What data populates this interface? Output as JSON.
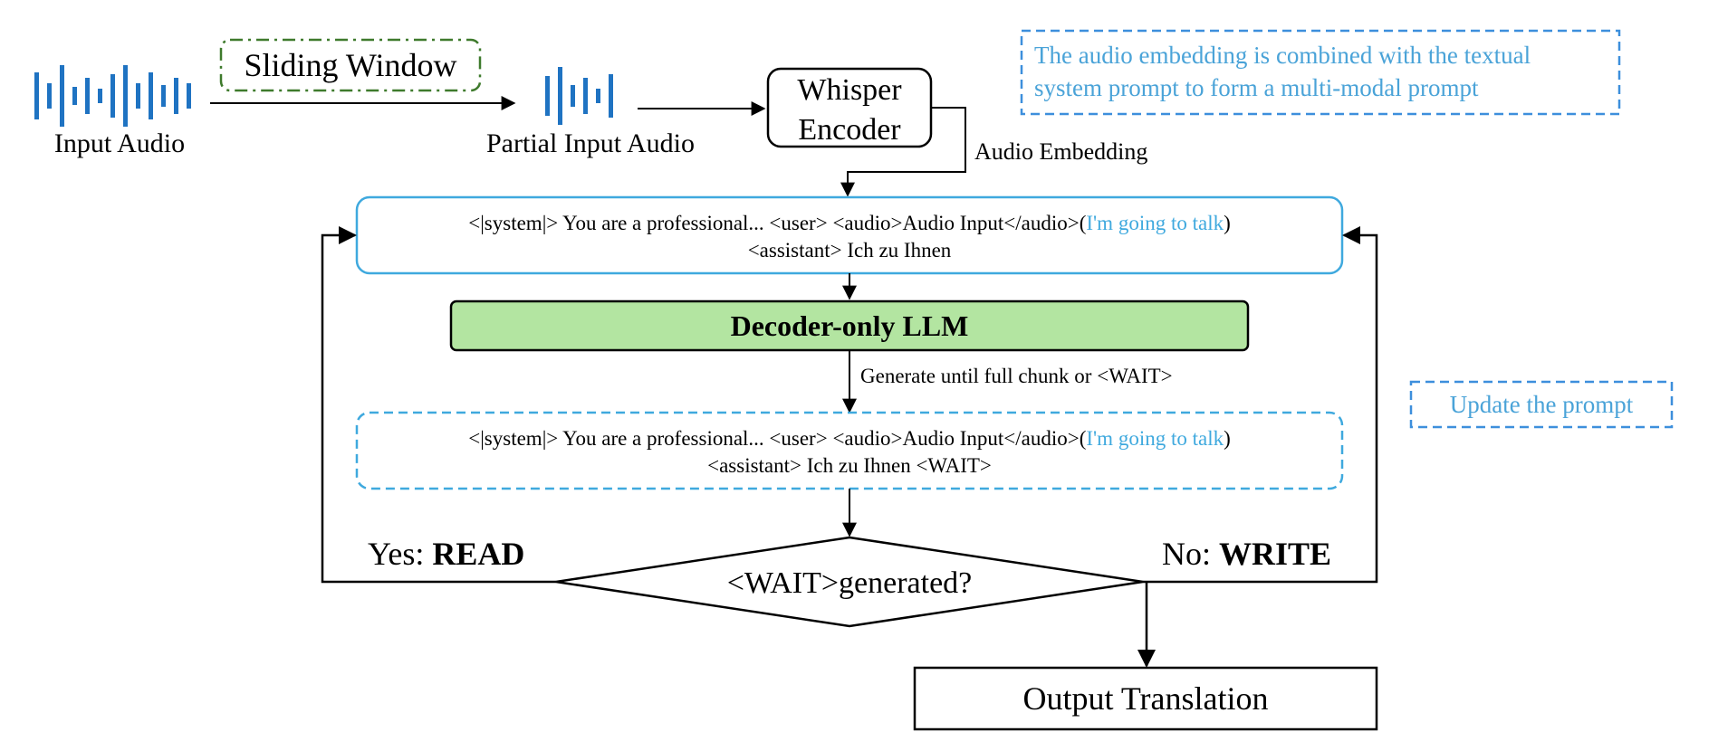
{
  "audio": {
    "input_label": "Input Audio",
    "sliding_window_label": "Sliding Window",
    "partial_label": "Partial Input Audio",
    "encoder_line1": "Whisper",
    "encoder_line2": "Encoder",
    "embedding_label": "Audio Embedding"
  },
  "notes": {
    "combined_line1": "The audio embedding is combined with the textual",
    "combined_line2": "system prompt to form a multi-modal prompt",
    "update": "Update the prompt"
  },
  "prompt_top": {
    "line1_main": "<|system|> You are a professional... <user> <audio>Audio Input</audio>(",
    "line1_highlight": "I'm going to talk",
    "line1_end": ")",
    "line2": "<assistant> Ich zu Ihnen"
  },
  "llm": {
    "label": "Decoder-only LLM"
  },
  "generate_label": "Generate until full chunk or <WAIT>",
  "prompt_bottom": {
    "line1_main": "<|system|> You are a professional... <user> <audio>Audio Input</audio>(",
    "line1_highlight": "I'm going to talk",
    "line1_end": ")",
    "line2": "<assistant> Ich zu Ihnen <WAIT>"
  },
  "decision": {
    "label": "<WAIT>generated?",
    "yes_prefix": "Yes: ",
    "yes_bold": "READ",
    "no_prefix": "No: ",
    "no_bold": "WRITE"
  },
  "output": {
    "label": "Output Translation"
  },
  "colors": {
    "waveform": "#1f73c2",
    "prompt_border": "#3fa9de",
    "note_text": "#4aa3d8",
    "note_border": "#3d8fdc",
    "window_border": "#3e7a2c",
    "llm_fill": "#b3e5a1",
    "line": "#000000"
  }
}
